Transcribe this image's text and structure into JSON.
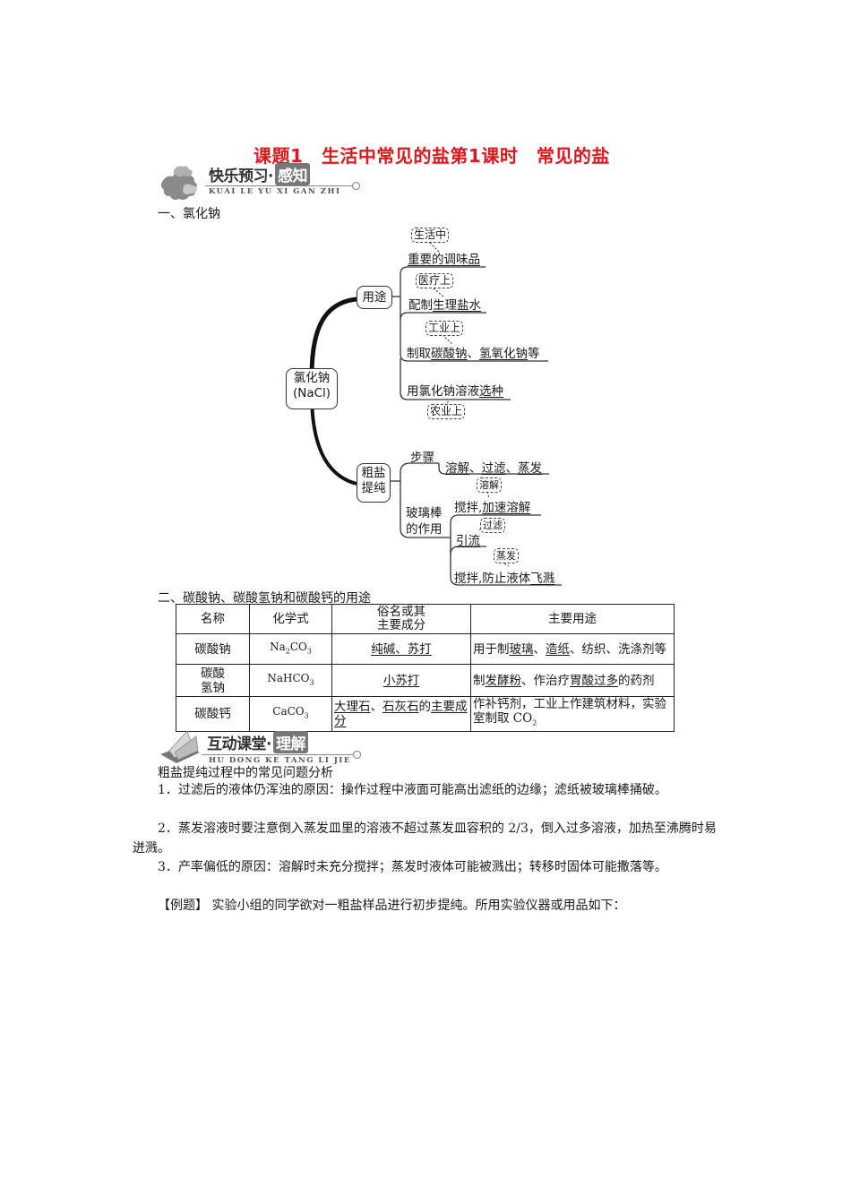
{
  "header": {
    "title": "课题1　生活中常见的盐第1课时　常见的盐"
  },
  "banner1": {
    "main": "快乐预习·",
    "tag": "感知",
    "pinyin": "KUAI LE YU XI GAN ZHI",
    "icon": "puzzle-pieces-icon"
  },
  "section1": {
    "heading": "一、氯化钠"
  },
  "mindmap": {
    "root": [
      "氯化钠",
      "(NaCl)"
    ],
    "branch_use": {
      "label": "用途",
      "items": [
        {
          "context": "生活中",
          "prefix": "",
          "answer": "重要的调味品",
          "suffix": ""
        },
        {
          "context": "医疗上",
          "prefix": "配制",
          "answer": "生理盐水",
          "suffix": ""
        },
        {
          "context": "工业上",
          "prefix": "制取",
          "answer": "碳酸钠",
          "sep": "、",
          "answer2": "氢氧化钠",
          "suffix": "等"
        },
        {
          "context": "农业上",
          "prefix": "用氯化钠溶液",
          "answer": "选种",
          "suffix": ""
        }
      ]
    },
    "branch_purify": {
      "label": [
        "粗盐",
        "提纯"
      ],
      "steps_label": "步骤",
      "steps": [
        "溶解",
        "过滤",
        "蒸发"
      ],
      "steps_sep": "、",
      "rod_label": [
        "玻璃棒",
        "的作用"
      ],
      "rod_items": [
        {
          "context": "溶解",
          "prefix": "搅拌,",
          "answer": "加速溶解"
        },
        {
          "context": "过滤",
          "prefix": "",
          "answer": "引流"
        },
        {
          "context": "蒸发",
          "prefix": "搅拌,防止液体",
          "answer": "飞溅"
        }
      ]
    }
  },
  "section2": {
    "heading": "二、碳酸钠、碳酸氢钠和碳酸钙的用途",
    "table": {
      "headers": [
        "名称",
        "化学式",
        "俗名或其\n主要成分",
        "主要用途"
      ],
      "rows": [
        {
          "name": "碳酸钠",
          "formula_base": "Na",
          "formula_sub1": "2",
          "formula_mid": "CO",
          "formula_sub2": "3",
          "common": "纯碱、苏打",
          "use_parts": [
            "用于制",
            "玻璃",
            "、",
            "造纸",
            "、纺织、洗涤剂等"
          ]
        },
        {
          "name": "碳酸\n氢钠",
          "formula_base": "NaHCO",
          "formula_sub1": "",
          "formula_mid": "",
          "formula_sub2": "3",
          "common": "小苏打",
          "use_parts": [
            "制",
            "发酵粉",
            "、作治疗",
            "胃酸过多",
            "的药剂"
          ]
        },
        {
          "name": "碳酸钙",
          "formula_base": "CaCO",
          "formula_sub1": "",
          "formula_mid": "",
          "formula_sub2": "3",
          "common_parts": [
            "大理石",
            "、",
            "石灰石",
            "的",
            "主要成分"
          ],
          "use_parts": [
            "作补钙剂，工业上作建筑材料，实验室制取 CO",
            "2"
          ]
        }
      ]
    }
  },
  "banner2": {
    "main": "互动课堂·",
    "tag": "理解",
    "pinyin": "HU DONG KE TANG LI JIE",
    "icon": "open-book-icon"
  },
  "section3": {
    "heading": "粗盐提纯过程中的常见问题分析",
    "p1": "1．过滤后的液体仍浑浊的原因：操作过程中液面可能高出滤纸的边缘；滤纸被玻璃棒捅破。",
    "p2": "2．蒸发溶液时要注意倒入蒸发皿里的溶液不超过蒸发皿容积的 2/3，倒入过多溶液，加热至沸腾时易迸溅。",
    "p3": "3．产率偏低的原因：溶解时未充分搅拌；蒸发时液体可能被溅出；转移时固体可能撒落等。",
    "example_label": "【例题】",
    "example_text": " 实验小组的同学欲对一粗盐样品进行初步提纯。所用实验仪器或用品如下："
  }
}
